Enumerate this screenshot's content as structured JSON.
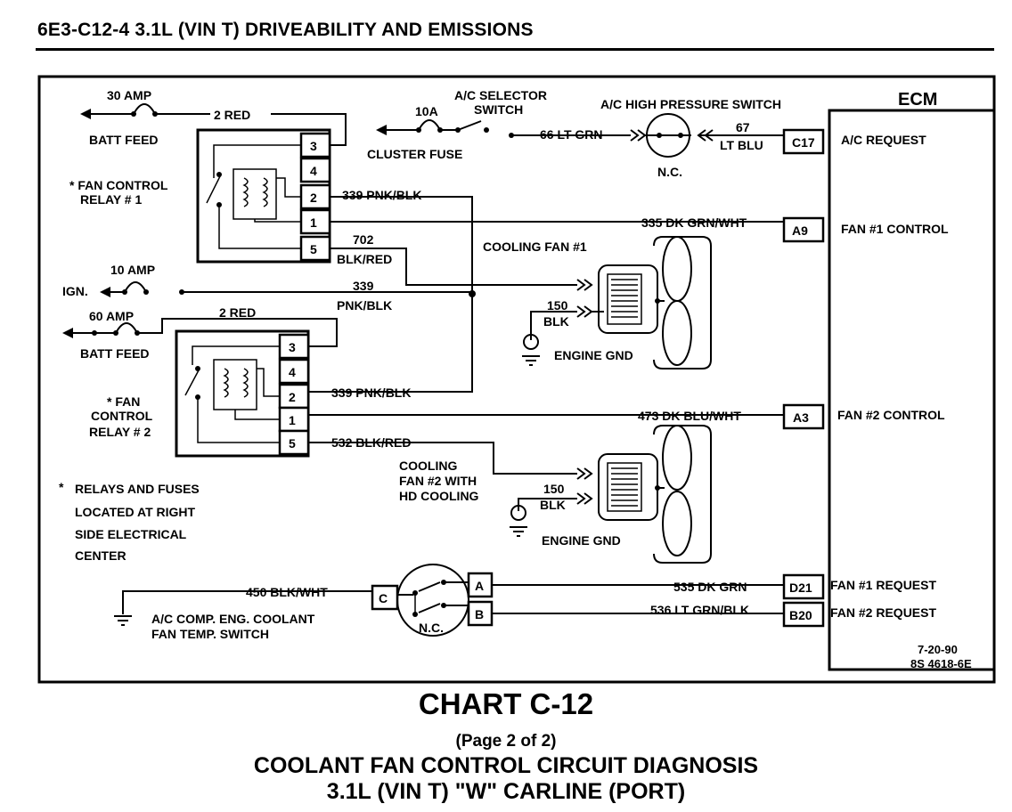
{
  "header": {
    "text": "6E3-C12-4  3.1L  (VIN T)  DRIVEABILITY AND EMISSIONS"
  },
  "ecm": {
    "title": "ECM",
    "pins": [
      {
        "id": "C17",
        "label": "A/C REQUEST"
      },
      {
        "id": "A9",
        "label": "FAN #1 CONTROL"
      },
      {
        "id": "A3",
        "label": "FAN #2 CONTROL"
      },
      {
        "id": "D21",
        "label": "FAN #1 REQUEST"
      },
      {
        "id": "B20",
        "label": "FAN #2 REQUEST"
      }
    ],
    "date": "7-20-90",
    "ref": "8S 4618-6E"
  },
  "labels": {
    "amp30": "30 AMP",
    "red2_top": "2 RED",
    "batt_feed_1": "BATT FEED",
    "relay1_l1": "* FAN CONTROL",
    "relay1_l2": "RELAY # 1",
    "fuse10a": "10A",
    "cluster_fuse": "CLUSTER FUSE",
    "ac_sel_l1": "A/C SELECTOR",
    "ac_sel_l2": "SWITCH",
    "w66": "66  LT GRN",
    "ac_hps": "A/C HIGH PRESSURE SWITCH",
    "nc1": "N.C.",
    "w67_num": "67",
    "w67_col": "LT BLU",
    "w339_r1": "339 PNK/BLK",
    "w335": "335  DK GRN/WHT",
    "w702_num": "702",
    "w702_col": "BLK/RED",
    "cooling_fan1": "COOLING FAN #1",
    "amp10": "10 AMP",
    "ign": "IGN.",
    "w339_num": "339",
    "w339_col": "PNK/BLK",
    "amp60": "60 AMP",
    "red2_mid": "2 RED",
    "w150_num_1": "150",
    "w150_col_1": "BLK",
    "engine_gnd_1": "ENGINE GND",
    "batt_feed_2": "BATT FEED",
    "relay2_l1": "* FAN",
    "relay2_l2": "CONTROL",
    "relay2_l3": "RELAY # 2",
    "w339_r2": "339 PNK/BLK",
    "w473": "473  DK BLU/WHT",
    "w532": "532  BLK/RED",
    "cooling_fan2_l1": "COOLING",
    "cooling_fan2_l2": "FAN #2 WITH",
    "cooling_fan2_l3": "HD COOLING",
    "w150_num_2": "150",
    "w150_col_2": "BLK",
    "engine_gnd_2": "ENGINE GND",
    "note_star": "*",
    "note_l1": "RELAYS AND FUSES",
    "note_l2": "LOCATED AT RIGHT",
    "note_l3": "SIDE ELECTRICAL",
    "note_l4": "CENTER",
    "w450": "450  BLK/WHT",
    "conn_c": "C",
    "conn_a": "A",
    "conn_b": "B",
    "nc2": "N.C.",
    "switch_l1": "A/C COMP.  ENG. COOLANT",
    "switch_l2": "FAN         TEMP. SWITCH",
    "w535": "535  DK GRN",
    "w536": "536  LT GRN/BLK"
  },
  "relay_pins": [
    "3",
    "4",
    "2",
    "1",
    "5"
  ],
  "titles": {
    "chart": "CHART C-12",
    "page": "(Page 2 of 2)",
    "subtitle": "COOLANT FAN CONTROL CIRCUIT DIAGNOSIS",
    "subtitle2": "3.1L  (VIN T)  \"W\"  CARLINE  (PORT)"
  }
}
